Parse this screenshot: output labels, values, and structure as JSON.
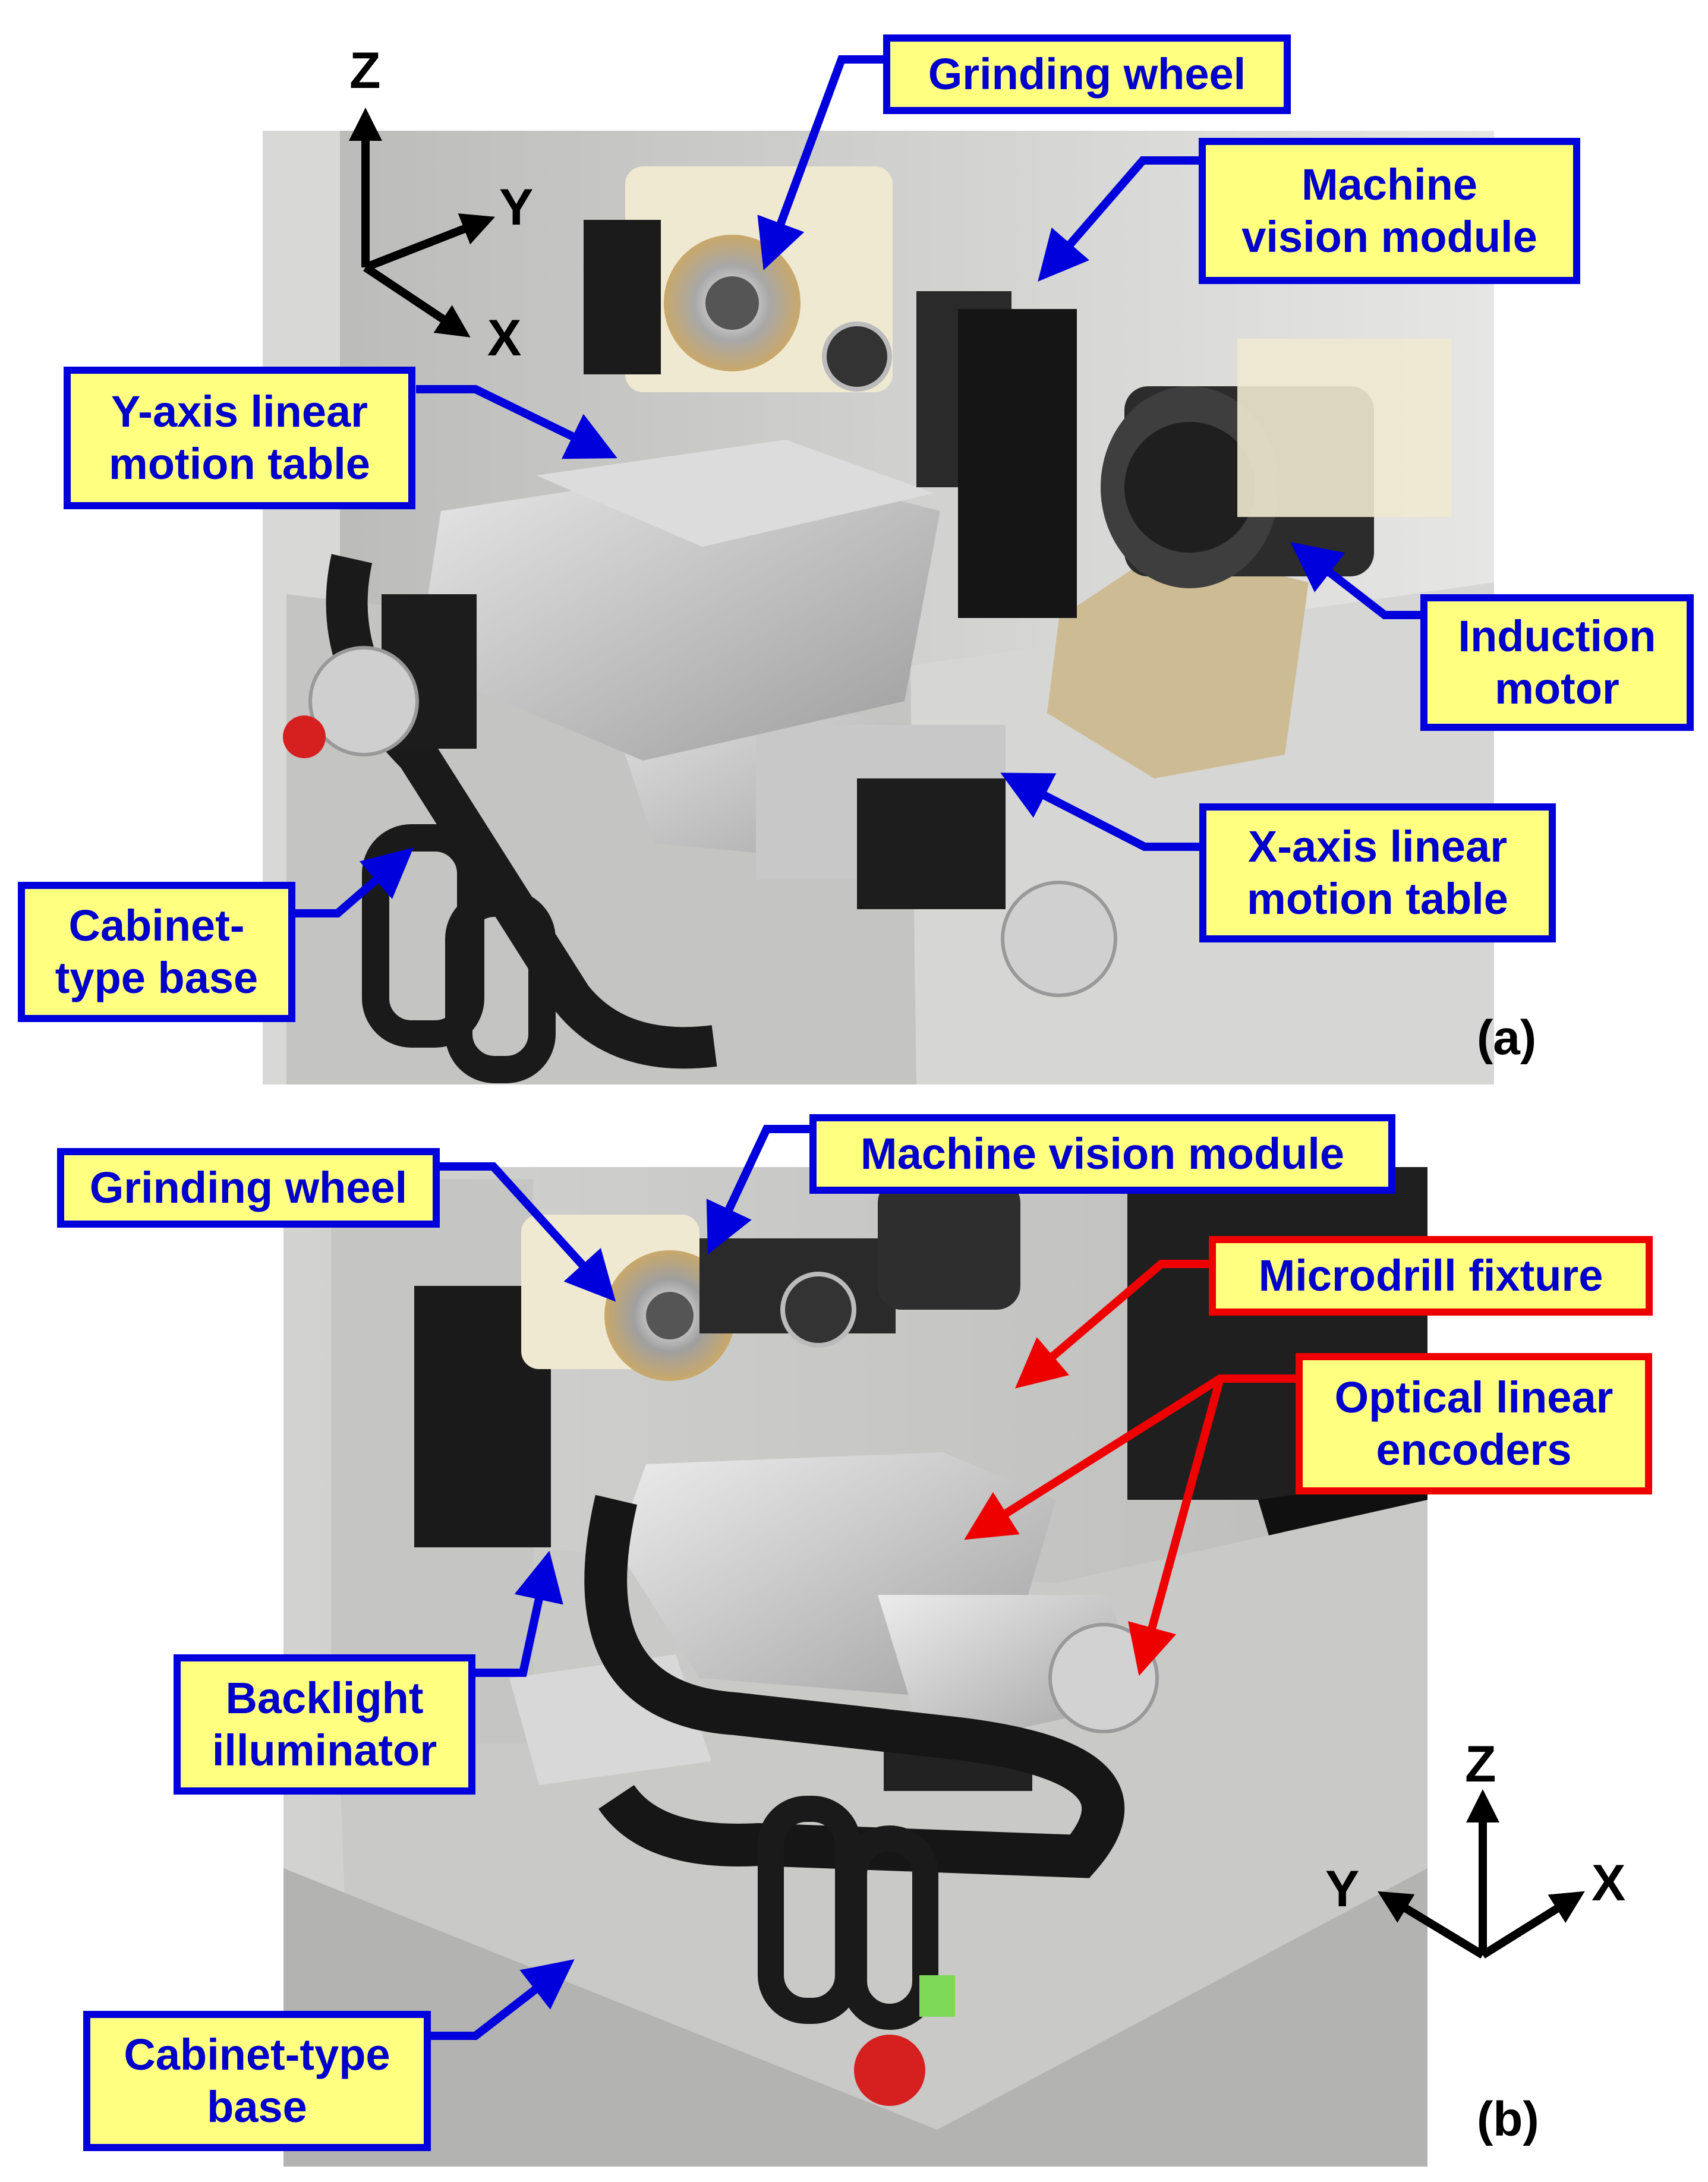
{
  "colors": {
    "label_fill": "#ffff80",
    "label_text": "#0000cc",
    "arrow_blue": "#0000dd",
    "arrow_red": "#ee0000"
  },
  "panel_a": {
    "tag": "(a)",
    "axes": {
      "z": "Z",
      "y": "Y",
      "x": "X"
    },
    "labels": {
      "grinding_wheel": "Grinding wheel",
      "machine_vision_line1": "Machine",
      "machine_vision_line2": "vision module",
      "y_axis_line1": "Y-axis linear",
      "y_axis_line2": "motion table",
      "induction_line1": "Induction",
      "induction_line2": "motor",
      "x_axis_line1": "X-axis linear",
      "x_axis_line2": "motion table",
      "cabinet_line1": "Cabinet-",
      "cabinet_line2": "type base"
    }
  },
  "panel_b": {
    "tag": "(b)",
    "axes": {
      "z": "Z",
      "y": "Y",
      "x": "X"
    },
    "labels": {
      "grinding_wheel": "Grinding wheel",
      "machine_vision": "Machine vision module",
      "microdrill": "Microdrill fixture",
      "optical_line1": "Optical linear",
      "optical_line2": "encoders",
      "backlight_line1": "Backlight",
      "backlight_line2": "illuminator",
      "cabinet_line1": "Cabinet-type",
      "cabinet_line2": "base"
    }
  }
}
